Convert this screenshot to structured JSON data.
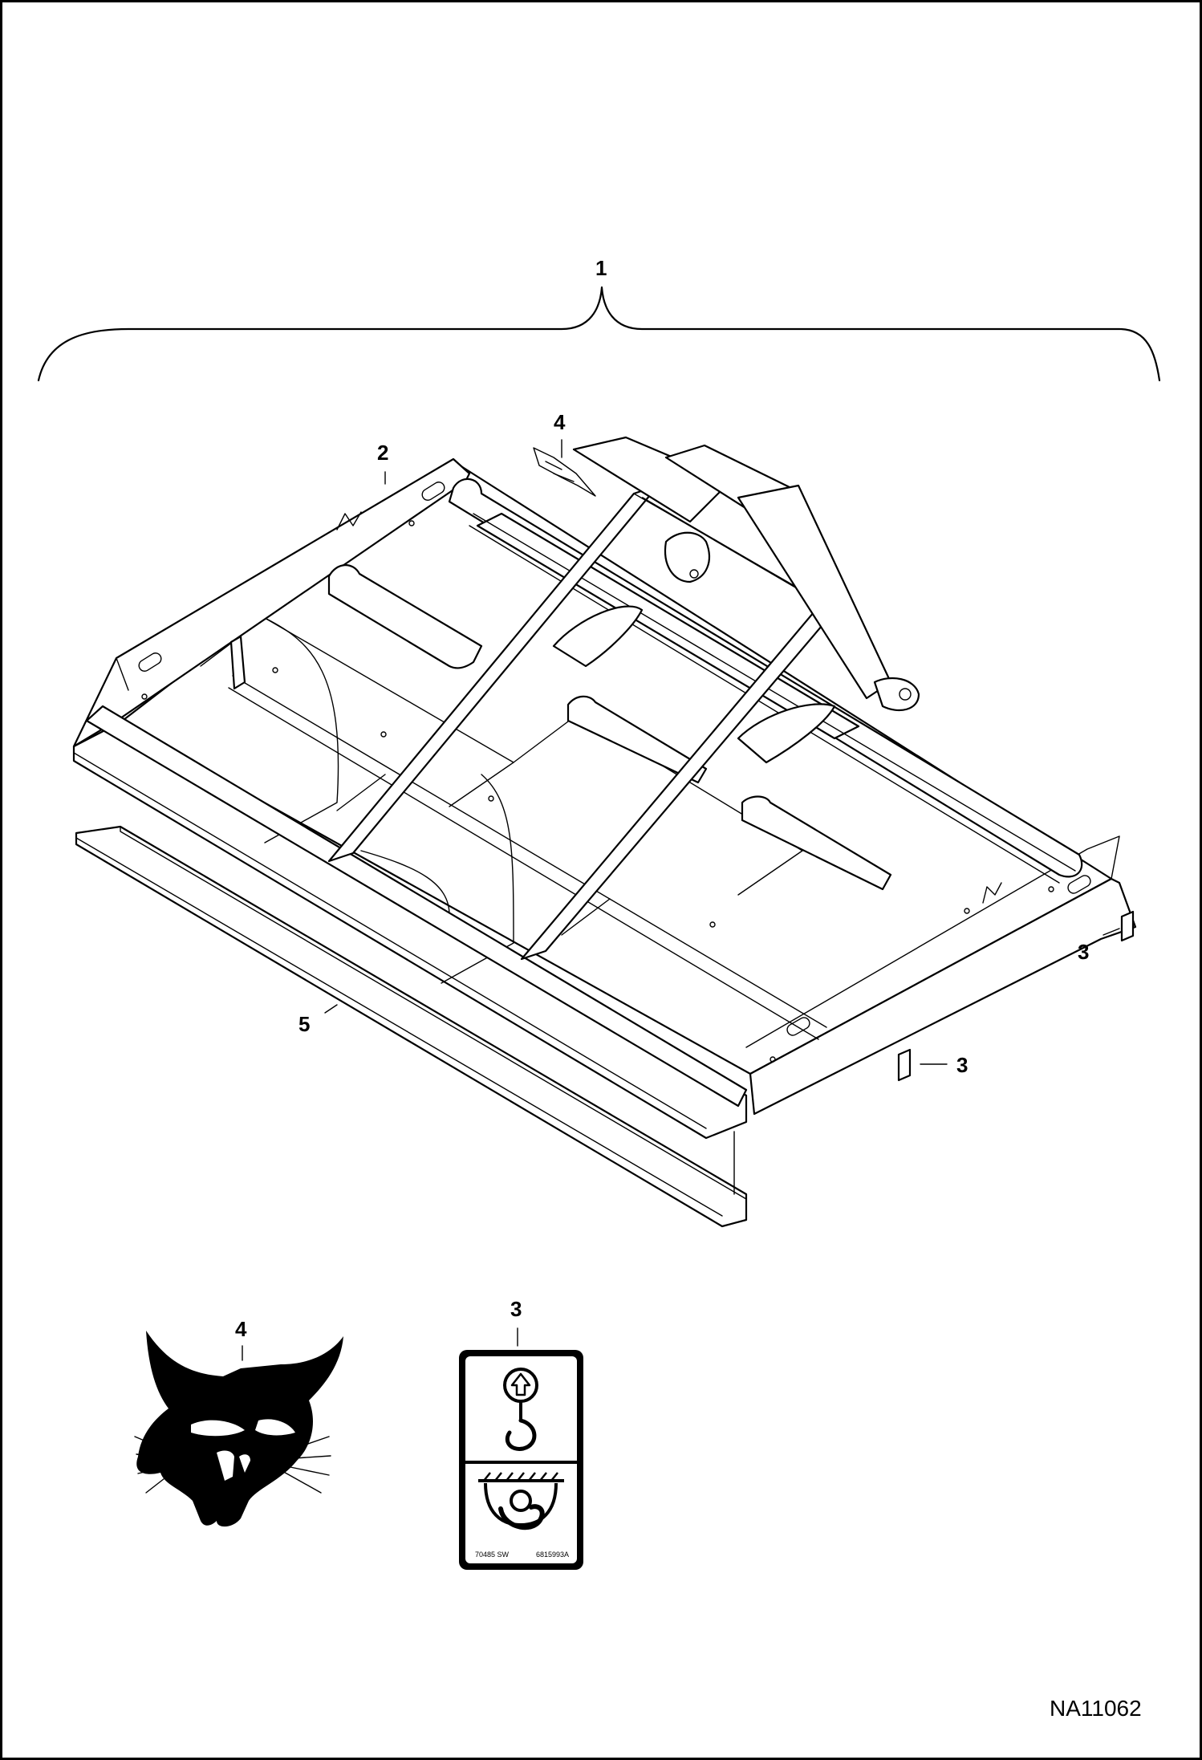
{
  "callouts": {
    "assembly": "1",
    "frame": "2",
    "decal_lift_right": "3",
    "decal_lift_left": "3",
    "logo_on_part": "4",
    "cutting_edge": "5",
    "detail_decal": "3",
    "detail_logo": "4"
  },
  "decal": {
    "part_code_left": "70485 SW",
    "part_code_right": "6815993A",
    "icon_top": "lift-hook-arrow-icon",
    "icon_bottom": "lift-point-hook-icon"
  },
  "logo": {
    "icon": "bobcat-head-logo"
  },
  "drawing_ref": "NA11062",
  "colors": {
    "line": "#000000",
    "background": "#ffffff"
  }
}
